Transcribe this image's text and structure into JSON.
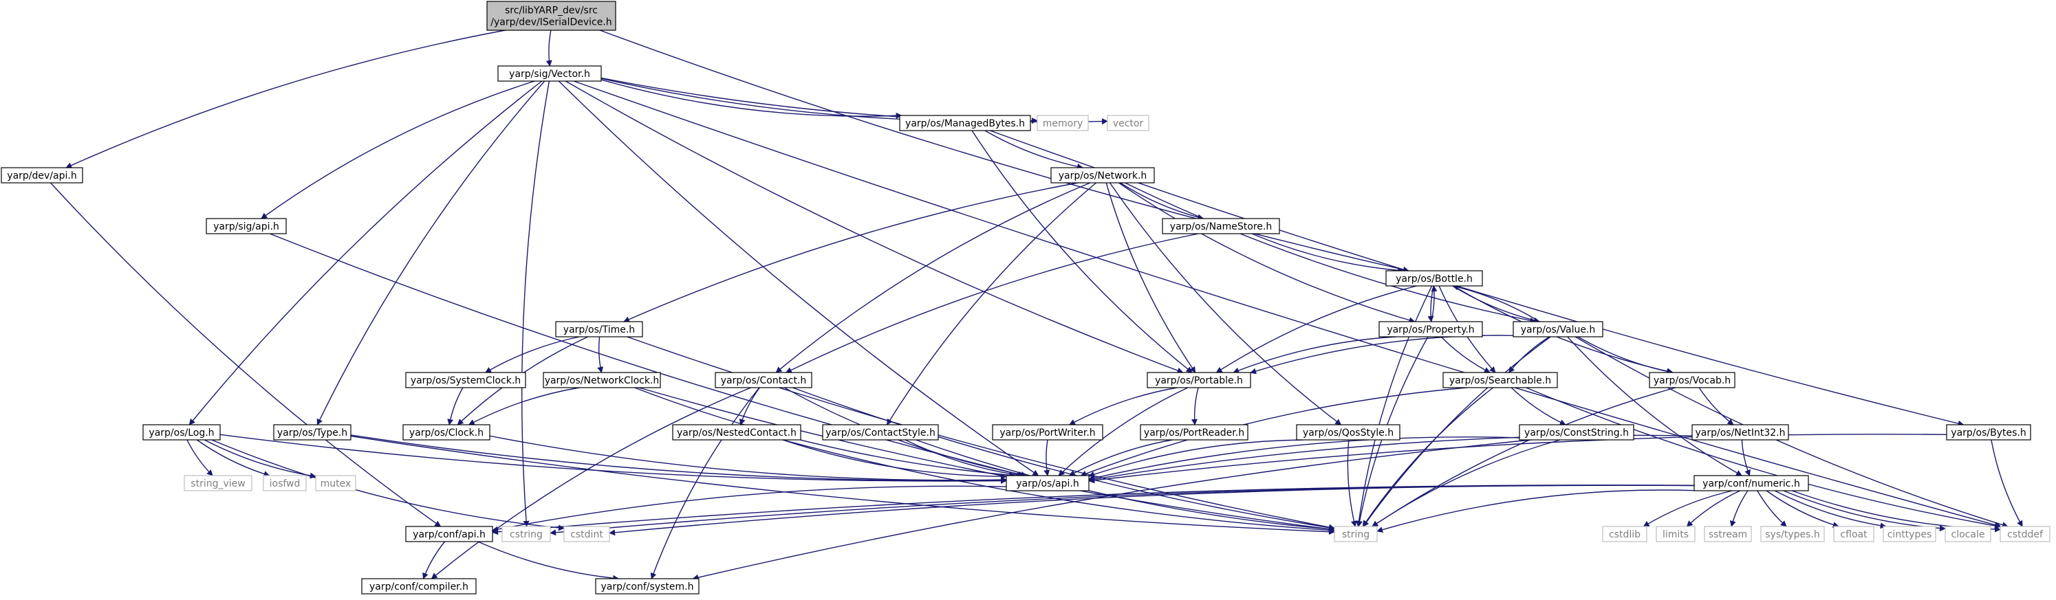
{
  "nodes": [
    {
      "id": "root",
      "lines": [
        "src/libYARP_dev/src",
        "/yarp/dev/ISerialDevice.h"
      ],
      "style": "root"
    },
    {
      "id": "vector",
      "lines": [
        "yarp/sig/Vector.h"
      ],
      "style": "normal"
    },
    {
      "id": "devapi",
      "lines": [
        "yarp/dev/api.h"
      ],
      "style": "normal"
    },
    {
      "id": "sigapi",
      "lines": [
        "yarp/sig/api.h"
      ],
      "style": "normal"
    },
    {
      "id": "log",
      "lines": [
        "yarp/os/Log.h"
      ],
      "style": "normal"
    },
    {
      "id": "type",
      "lines": [
        "yarp/os/Type.h"
      ],
      "style": "normal"
    },
    {
      "id": "managedbytes",
      "lines": [
        "yarp/os/ManagedBytes.h"
      ],
      "style": "normal"
    },
    {
      "id": "memory",
      "lines": [
        "memory"
      ],
      "style": "external"
    },
    {
      "id": "vectorstd",
      "lines": [
        "vector"
      ],
      "style": "external"
    },
    {
      "id": "network",
      "lines": [
        "yarp/os/Network.h"
      ],
      "style": "normal"
    },
    {
      "id": "namestore",
      "lines": [
        "yarp/os/NameStore.h"
      ],
      "style": "normal"
    },
    {
      "id": "bottle",
      "lines": [
        "yarp/os/Bottle.h"
      ],
      "style": "normal"
    },
    {
      "id": "time",
      "lines": [
        "yarp/os/Time.h"
      ],
      "style": "normal"
    },
    {
      "id": "property",
      "lines": [
        "yarp/os/Property.h"
      ],
      "style": "normal"
    },
    {
      "id": "value",
      "lines": [
        "yarp/os/Value.h"
      ],
      "style": "normal"
    },
    {
      "id": "systemclock",
      "lines": [
        "yarp/os/SystemClock.h"
      ],
      "style": "normal"
    },
    {
      "id": "networkclock",
      "lines": [
        "yarp/os/NetworkClock.h"
      ],
      "style": "normal"
    },
    {
      "id": "contact",
      "lines": [
        "yarp/os/Contact.h"
      ],
      "style": "normal"
    },
    {
      "id": "portable",
      "lines": [
        "yarp/os/Portable.h"
      ],
      "style": "normal"
    },
    {
      "id": "searchable",
      "lines": [
        "yarp/os/Searchable.h"
      ],
      "style": "normal"
    },
    {
      "id": "vocab",
      "lines": [
        "yarp/os/Vocab.h"
      ],
      "style": "normal"
    },
    {
      "id": "clock",
      "lines": [
        "yarp/os/Clock.h"
      ],
      "style": "normal"
    },
    {
      "id": "nestedcontact",
      "lines": [
        "yarp/os/NestedContact.h"
      ],
      "style": "normal"
    },
    {
      "id": "contactstyle",
      "lines": [
        "yarp/os/ContactStyle.h"
      ],
      "style": "normal"
    },
    {
      "id": "portwriter",
      "lines": [
        "yarp/os/PortWriter.h"
      ],
      "style": "normal"
    },
    {
      "id": "portreader",
      "lines": [
        "yarp/os/PortReader.h"
      ],
      "style": "normal"
    },
    {
      "id": "qosstyle",
      "lines": [
        "yarp/os/QosStyle.h"
      ],
      "style": "normal"
    },
    {
      "id": "conststring",
      "lines": [
        "yarp/os/ConstString.h"
      ],
      "style": "normal"
    },
    {
      "id": "netint32",
      "lines": [
        "yarp/os/NetInt32.h"
      ],
      "style": "normal"
    },
    {
      "id": "bytes",
      "lines": [
        "yarp/os/Bytes.h"
      ],
      "style": "normal"
    },
    {
      "id": "osapi",
      "lines": [
        "yarp/os/api.h"
      ],
      "style": "normal"
    },
    {
      "id": "numeric",
      "lines": [
        "yarp/conf/numeric.h"
      ],
      "style": "normal"
    },
    {
      "id": "stringview",
      "lines": [
        "string_view"
      ],
      "style": "external"
    },
    {
      "id": "iosfwd",
      "lines": [
        "iosfwd"
      ],
      "style": "external"
    },
    {
      "id": "mutex",
      "lines": [
        "mutex"
      ],
      "style": "external"
    },
    {
      "id": "confapi",
      "lines": [
        "yarp/conf/api.h"
      ],
      "style": "normal"
    },
    {
      "id": "cstring",
      "lines": [
        "cstring"
      ],
      "style": "external"
    },
    {
      "id": "cstdint",
      "lines": [
        "cstdint"
      ],
      "style": "external"
    },
    {
      "id": "string",
      "lines": [
        "string"
      ],
      "style": "external"
    },
    {
      "id": "cstdlib",
      "lines": [
        "cstdlib"
      ],
      "style": "external"
    },
    {
      "id": "limits",
      "lines": [
        "limits"
      ],
      "style": "external"
    },
    {
      "id": "sstream",
      "lines": [
        "sstream"
      ],
      "style": "external"
    },
    {
      "id": "systypes",
      "lines": [
        "sys/types.h"
      ],
      "style": "external"
    },
    {
      "id": "cfloat",
      "lines": [
        "cfloat"
      ],
      "style": "external"
    },
    {
      "id": "cinttypes",
      "lines": [
        "cinttypes"
      ],
      "style": "external"
    },
    {
      "id": "clocale",
      "lines": [
        "clocale"
      ],
      "style": "external"
    },
    {
      "id": "cstddef",
      "lines": [
        "cstddef"
      ],
      "style": "external"
    },
    {
      "id": "compiler",
      "lines": [
        "yarp/conf/compiler.h"
      ],
      "style": "normal"
    },
    {
      "id": "system",
      "lines": [
        "yarp/conf/system.h"
      ],
      "style": "normal"
    }
  ],
  "edges": [
    [
      "root",
      "vector"
    ],
    [
      "root",
      "devapi"
    ],
    [
      "root",
      "bottle"
    ],
    [
      "vector",
      "log"
    ],
    [
      "vector",
      "sigapi"
    ],
    [
      "vector",
      "type"
    ],
    [
      "vector",
      "managedbytes"
    ],
    [
      "vector",
      "memory"
    ],
    [
      "vector",
      "vectorstd"
    ],
    [
      "vector",
      "portable"
    ],
    [
      "vector",
      "osapi"
    ],
    [
      "vector",
      "cstring"
    ],
    [
      "vector",
      "cstddef"
    ],
    [
      "devapi",
      "confapi"
    ],
    [
      "sigapi",
      "osapi"
    ],
    [
      "managedbytes",
      "network"
    ],
    [
      "managedbytes",
      "portable"
    ],
    [
      "managedbytes",
      "bytes"
    ],
    [
      "network",
      "time"
    ],
    [
      "network",
      "contact"
    ],
    [
      "network",
      "contactstyle"
    ],
    [
      "network",
      "namestore"
    ],
    [
      "network",
      "portable"
    ],
    [
      "network",
      "property"
    ],
    [
      "network",
      "value"
    ],
    [
      "network",
      "qosstyle"
    ],
    [
      "namestore",
      "bottle"
    ],
    [
      "namestore",
      "contact"
    ],
    [
      "bottle",
      "property"
    ],
    [
      "bottle",
      "value"
    ],
    [
      "bottle",
      "portable"
    ],
    [
      "bottle",
      "searchable"
    ],
    [
      "bottle",
      "vocab"
    ],
    [
      "bottle",
      "string"
    ],
    [
      "property",
      "bottle"
    ],
    [
      "property",
      "portable"
    ],
    [
      "property",
      "searchable"
    ],
    [
      "property",
      "string"
    ],
    [
      "value",
      "bottle"
    ],
    [
      "value",
      "portable"
    ],
    [
      "value",
      "searchable"
    ],
    [
      "value",
      "vocab"
    ],
    [
      "value",
      "numeric"
    ],
    [
      "value",
      "string"
    ],
    [
      "value",
      "cstddef"
    ],
    [
      "time",
      "systemclock"
    ],
    [
      "time",
      "networkclock"
    ],
    [
      "time",
      "clock"
    ],
    [
      "time",
      "string"
    ],
    [
      "systemclock",
      "clock"
    ],
    [
      "networkclock",
      "clock"
    ],
    [
      "networkclock",
      "osapi"
    ],
    [
      "networkclock",
      "string"
    ],
    [
      "clock",
      "osapi"
    ],
    [
      "contact",
      "nestedcontact"
    ],
    [
      "contact",
      "osapi"
    ],
    [
      "contact",
      "string"
    ],
    [
      "contact",
      "compiler"
    ],
    [
      "contact",
      "system"
    ],
    [
      "nestedcontact",
      "osapi"
    ],
    [
      "nestedcontact",
      "string"
    ],
    [
      "contactstyle",
      "osapi"
    ],
    [
      "contactstyle",
      "string"
    ],
    [
      "portable",
      "portwriter"
    ],
    [
      "portable",
      "portreader"
    ],
    [
      "portable",
      "osapi"
    ],
    [
      "portwriter",
      "osapi"
    ],
    [
      "portreader",
      "osapi"
    ],
    [
      "qosstyle",
      "osapi"
    ],
    [
      "qosstyle",
      "string"
    ],
    [
      "searchable",
      "conststring"
    ],
    [
      "searchable",
      "osapi"
    ],
    [
      "searchable",
      "string"
    ],
    [
      "searchable",
      "cstddef"
    ],
    [
      "conststring",
      "osapi"
    ],
    [
      "conststring",
      "string"
    ],
    [
      "conststring",
      "system"
    ],
    [
      "vocab",
      "netint32"
    ],
    [
      "vocab",
      "string"
    ],
    [
      "netint32",
      "numeric"
    ],
    [
      "netint32",
      "osapi"
    ],
    [
      "bytes",
      "osapi"
    ],
    [
      "bytes",
      "cstddef"
    ],
    [
      "log",
      "stringview"
    ],
    [
      "log",
      "iosfwd"
    ],
    [
      "log",
      "mutex"
    ],
    [
      "log",
      "osapi"
    ],
    [
      "log",
      "cstdint"
    ],
    [
      "type",
      "osapi"
    ],
    [
      "type",
      "string"
    ],
    [
      "osapi",
      "confapi"
    ],
    [
      "numeric",
      "confapi"
    ],
    [
      "numeric",
      "cstring"
    ],
    [
      "numeric",
      "cstdint"
    ],
    [
      "numeric",
      "string"
    ],
    [
      "numeric",
      "cstdlib"
    ],
    [
      "numeric",
      "limits"
    ],
    [
      "numeric",
      "sstream"
    ],
    [
      "numeric",
      "systypes"
    ],
    [
      "numeric",
      "cfloat"
    ],
    [
      "numeric",
      "cinttypes"
    ],
    [
      "numeric",
      "clocale"
    ],
    [
      "numeric",
      "cstddef"
    ],
    [
      "confapi",
      "compiler"
    ],
    [
      "confapi",
      "system"
    ]
  ]
}
